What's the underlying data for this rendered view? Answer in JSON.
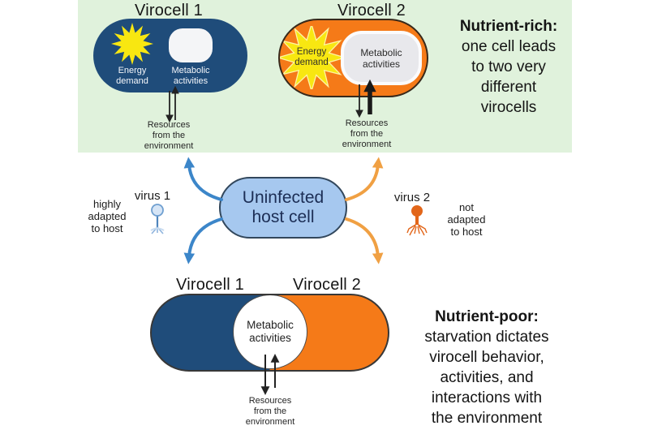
{
  "figure": {
    "type": "scientific-diagram",
    "topic": "Virocell fates under nutrient-rich vs nutrient-poor conditions"
  },
  "colors": {
    "panel_green": "#e0f2dc",
    "virocell_blue": "#1f4c7a",
    "virocell_orange": "#f57a18",
    "starburst_yellow": "#f8e711",
    "host_cell_blue": "#a6c8ef",
    "arrow_blue": "#3c86c9",
    "arrow_orange": "#f0a043",
    "arrow_black": "#222222"
  },
  "shared": {
    "energy_lines": [
      "Energy",
      "demand"
    ],
    "metabolic_lines": [
      "Metabolic",
      "activities"
    ],
    "resources_lines": [
      "Resources",
      "from the",
      "environment"
    ]
  },
  "top": {
    "virocell1": {
      "title": "Virocell 1",
      "energy_icon": "starburst-icon",
      "metabolic_icon": "rounded-box-icon"
    },
    "virocell2": {
      "title": "Virocell 2",
      "energy_icon": "starburst-icon",
      "metabolic_icon": "rounded-box-icon"
    },
    "caption": {
      "lines": [
        "Nutrient-rich:",
        "one cell leads",
        "to two very",
        "different",
        "virocells"
      ]
    }
  },
  "middle": {
    "host_cell_lines": [
      "Uninfected",
      "host cell"
    ],
    "virus1": {
      "label": "virus 1",
      "icon": "phage-icon-blue",
      "note_lines": [
        "highly",
        "adapted",
        "to host"
      ]
    },
    "virus2": {
      "label": "virus 2",
      "icon": "phage-icon-orange",
      "note_lines": [
        "not",
        "adapted",
        "to host"
      ]
    }
  },
  "bottom": {
    "virocell1_title": "Virocell 1",
    "virocell2_title": "Virocell 2",
    "caption": {
      "lines": [
        "Nutrient-poor:",
        "starvation dictates",
        "virocell behavior,",
        "activities, and",
        "interactions with",
        "the environment"
      ]
    }
  }
}
